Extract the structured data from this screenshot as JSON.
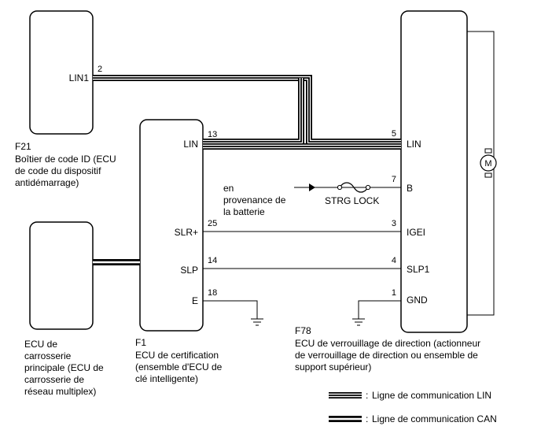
{
  "components": {
    "f21": {
      "code": "F21",
      "desc": [
        "Boîtier de code ID (ECU",
        "de code du dispositif",
        "antidémarrage)"
      ],
      "pin_label": "LIN1",
      "pin_no": "2"
    },
    "body_ecu": {
      "desc": [
        "ECU de",
        "carrosserie",
        "principale (ECU de",
        "carrosserie de",
        "réseau multiplex)"
      ]
    },
    "f1": {
      "code": "F1",
      "desc": [
        "ECU de certification",
        "(ensemble d'ECU de",
        "clé intelligente)"
      ],
      "pins": {
        "lin": {
          "label": "LIN",
          "no": "13"
        },
        "slr": {
          "label": "SLR+",
          "no": "25"
        },
        "slp": {
          "label": "SLP",
          "no": "14"
        },
        "e": {
          "label": "E",
          "no": "18"
        }
      }
    },
    "f78": {
      "code": "F78",
      "desc": [
        "ECU de verrouillage de direction (actionneur",
        "de verrouillage de direction ou ensemble de",
        "support supérieur)"
      ],
      "pins": {
        "lin": {
          "label": "LIN",
          "no": "5"
        },
        "b": {
          "label": "B",
          "no": "7"
        },
        "igei": {
          "label": "IGEI",
          "no": "3"
        },
        "slp1": {
          "label": "SLP1",
          "no": "4"
        },
        "gnd": {
          "label": "GND",
          "no": "1"
        }
      },
      "motor_symbol": "M"
    }
  },
  "fuse": {
    "label": "STRG LOCK"
  },
  "battery": {
    "label": [
      "en",
      "provenance de",
      "la batterie"
    ]
  },
  "legend": {
    "lin": "Ligne de communication LIN",
    "can": "Ligne de communication CAN",
    "prefix": ":"
  }
}
